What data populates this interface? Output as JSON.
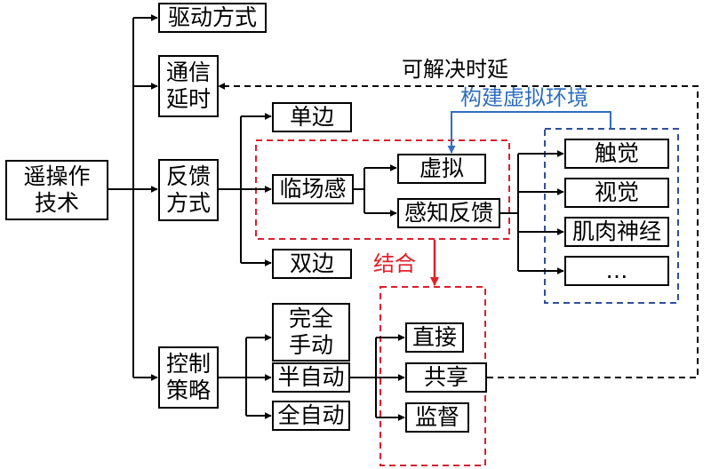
{
  "nodes": {
    "root": "遥操作\n技术",
    "drive_mode": "驱动方式",
    "comm_delay": "通信\n延时",
    "feedback_mode": "反馈\n方式",
    "control_strategy": "控制\n策略",
    "unilateral": "单边",
    "bilateral": "双边",
    "presence": "临场感",
    "virtual": "虚拟",
    "perceptual_feedback": "感知反馈",
    "tactile": "触觉",
    "visual": "视觉",
    "neuromuscular": "肌肉神经",
    "ellipsis": "…",
    "full_manual": "完全\n手动",
    "semi_auto": "半自动",
    "full_auto": "全自动",
    "direct": "直接",
    "shared": "共享",
    "supervisory": "监督"
  },
  "annotations": {
    "solve_delay": "可解决时延",
    "build_virtual_env": "构建虚拟环境",
    "combine": "结合"
  },
  "colors": {
    "line": "#000000",
    "red_group": "#d9202e",
    "blue_group": "#2e4f9c",
    "blue_arrow": "#2f6fbf",
    "red_arrow": "#e0202a"
  }
}
